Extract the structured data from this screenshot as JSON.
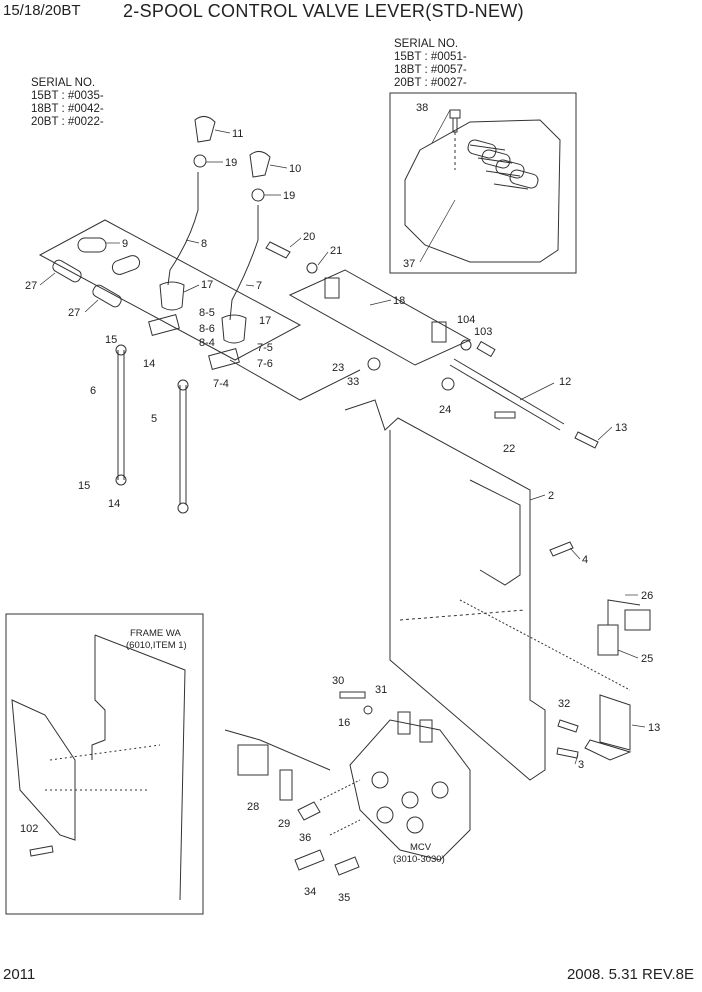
{
  "header": {
    "model": "15/18/20BT",
    "title": "2-SPOOL CONTROL VALVE LEVER(STD-NEW)"
  },
  "footer": {
    "page_number": "2011",
    "date_rev": "2008. 5.31  REV.8E"
  },
  "serial_left": {
    "heading": "SERIAL NO.",
    "lines": [
      "15BT : #0035-",
      "18BT : #0042-",
      "20BT : #0022-"
    ]
  },
  "serial_right": {
    "heading": "SERIAL NO.",
    "lines": [
      "15BT : #0051-",
      "18BT : #0057-",
      "20BT : #0027-"
    ]
  },
  "inset": {
    "label_line1": "FRAME WA",
    "label_line2": "(6010,ITEM 1)"
  },
  "mcv": {
    "label_line1": "MCV",
    "label_line2": "(3010-3030)"
  },
  "callouts": [
    "11",
    "19",
    "10",
    "19",
    "9",
    "8",
    "20",
    "21",
    "27",
    "27",
    "17",
    "7",
    "18",
    "8-5",
    "8-6",
    "8-4",
    "15",
    "14",
    "17",
    "104",
    "103",
    "7-5",
    "7-6",
    "7-4",
    "23",
    "33",
    "6",
    "24",
    "12",
    "5",
    "22",
    "13",
    "15",
    "14",
    "2",
    "4",
    "26",
    "25",
    "30",
    "31",
    "32",
    "13",
    "16",
    "3",
    "28",
    "29",
    "36",
    "34",
    "35",
    "102",
    "38",
    "37"
  ]
}
